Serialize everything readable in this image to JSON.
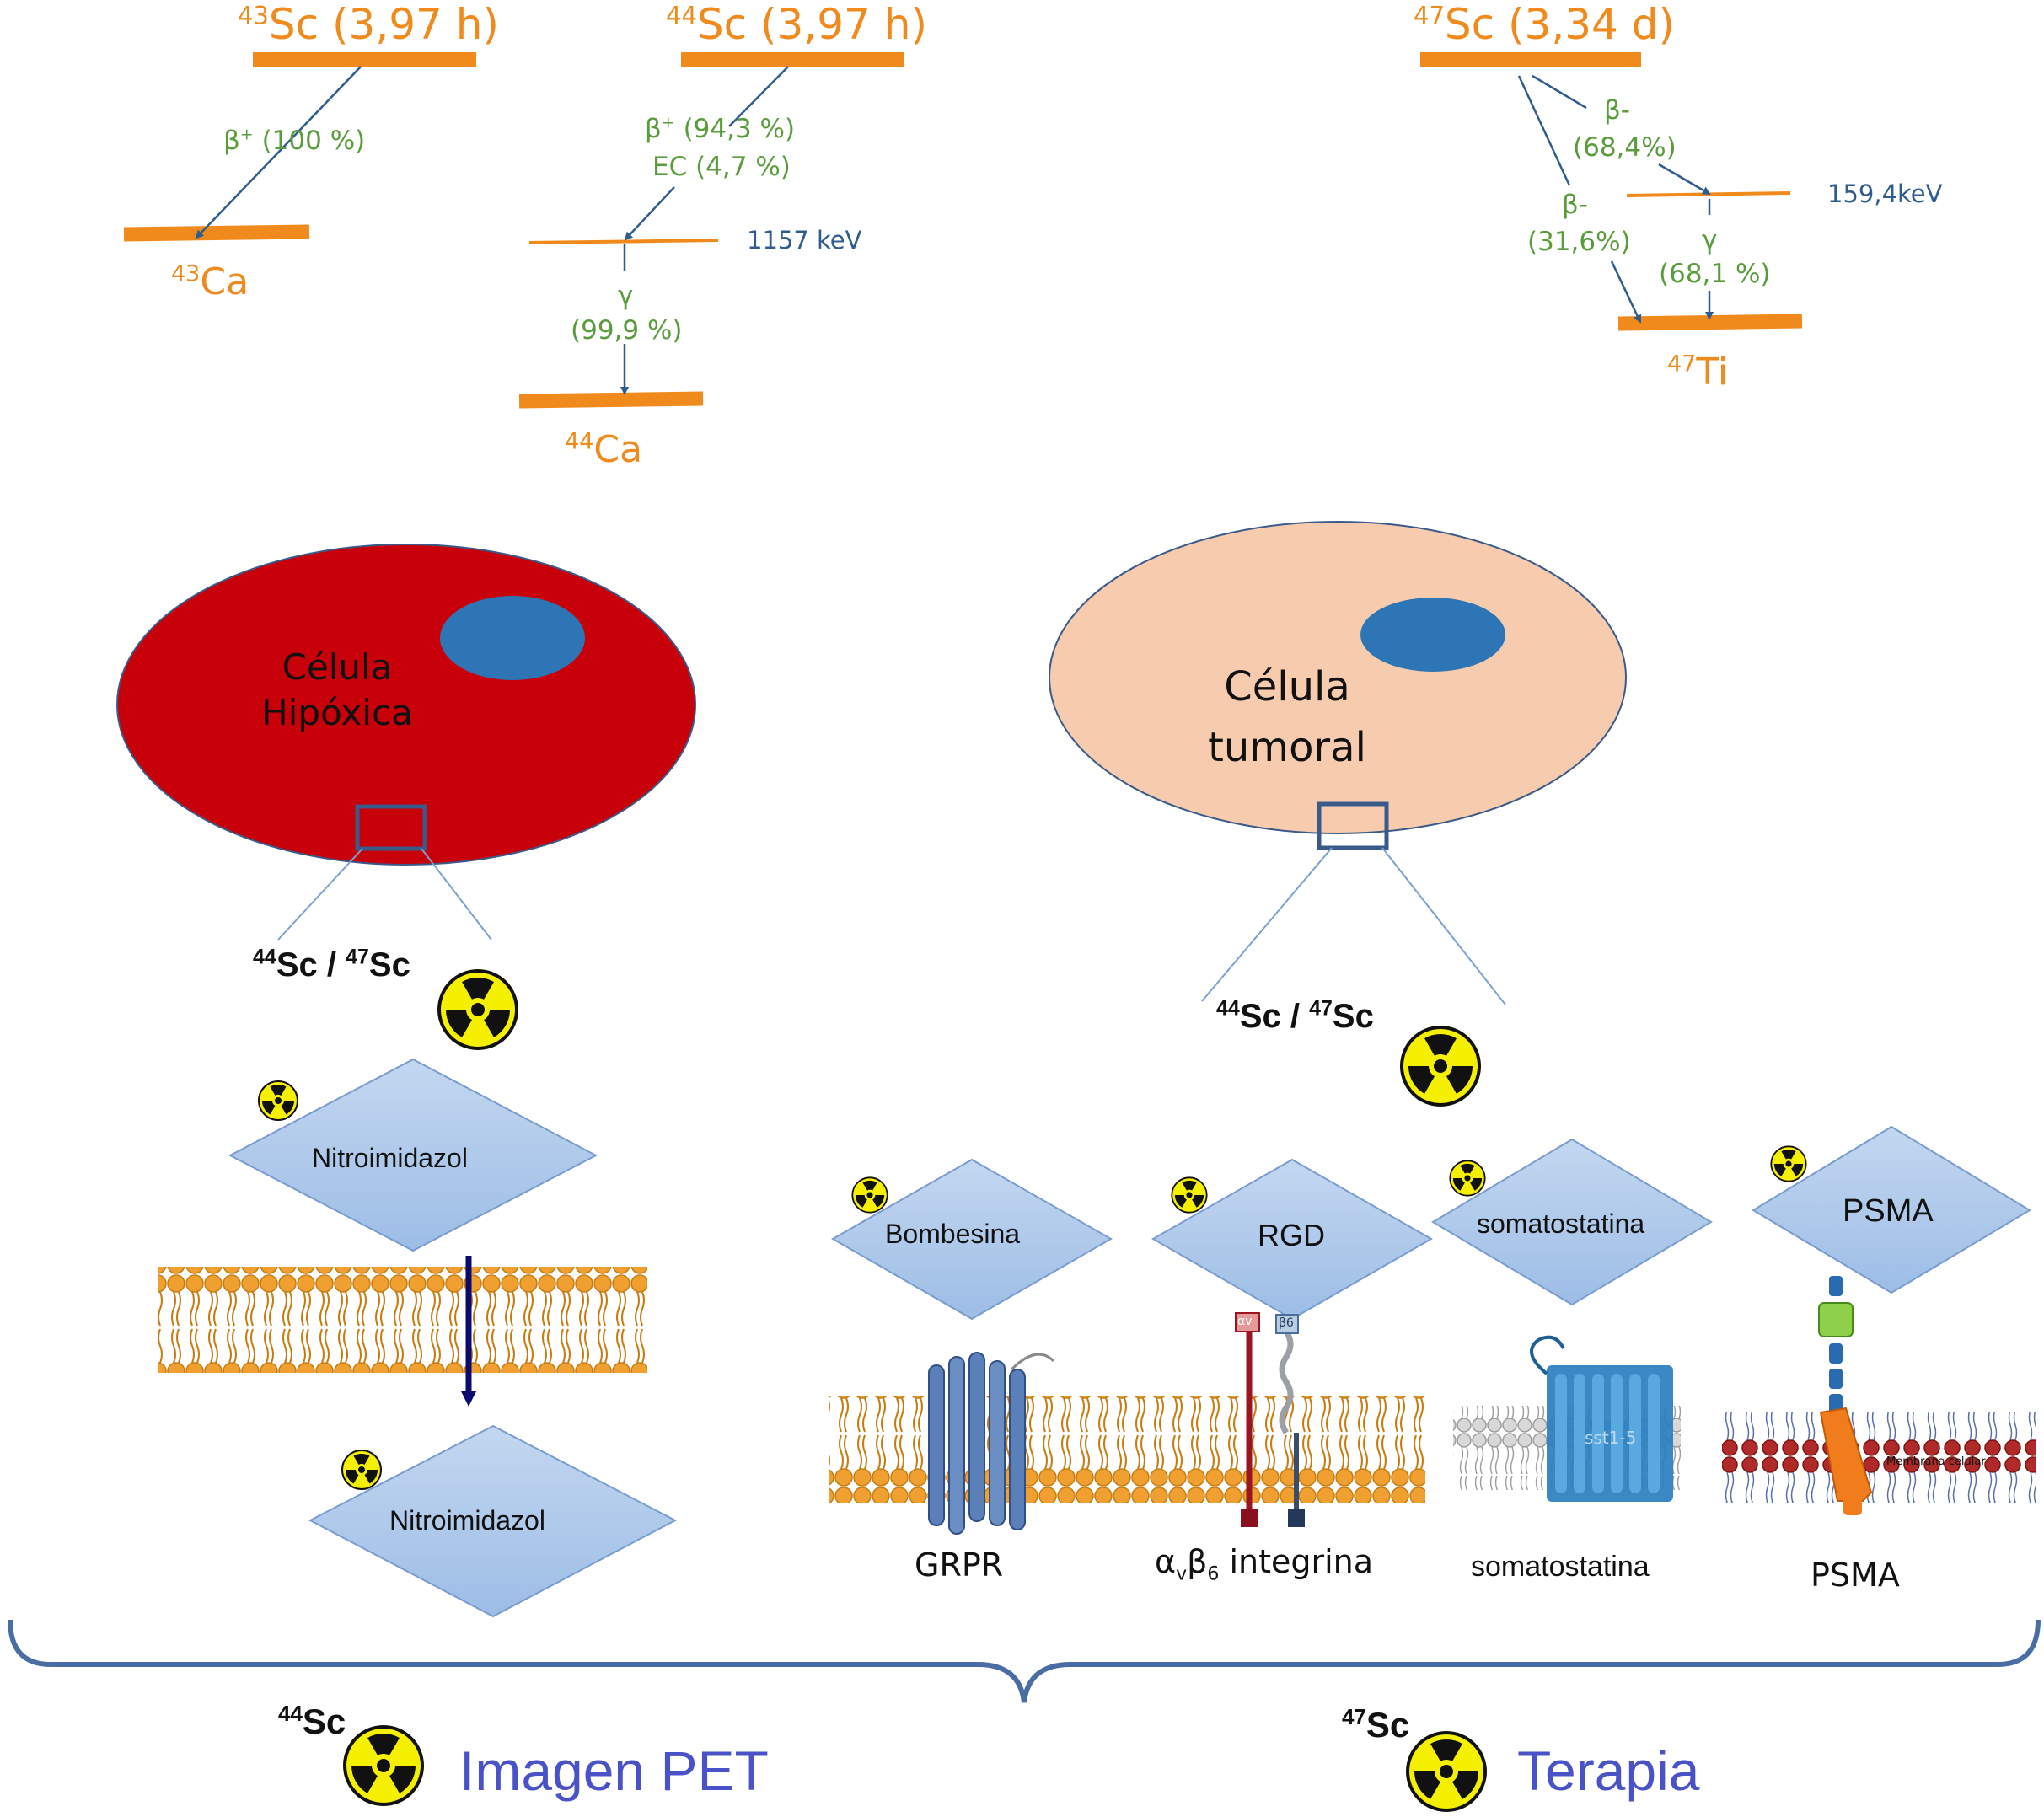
{
  "decay_schemes": {
    "sc43": {
      "parent_mass": "43",
      "parent_label": "Sc (3,97 h)",
      "beta_plus_symbol": "β",
      "beta_plus_sup": "+",
      "beta_plus_pct": " (100 %)",
      "daughter_mass": "43",
      "daughter_symbol": "Ca"
    },
    "sc44": {
      "parent_mass": "44",
      "parent_label": "Sc (3,97 h)",
      "beta_plus_symbol": "β",
      "beta_plus_sup": "+",
      "beta_plus_pct": " (94,3 %)",
      "ec_label": "EC (4,7 %)",
      "level_energy": "1157 keV",
      "gamma_symbol": "γ",
      "gamma_pct": "(99,9 %)",
      "daughter_mass": "44",
      "daughter_symbol": "Ca"
    },
    "sc47": {
      "parent_mass": "47",
      "parent_label": "Sc (3,34 d)",
      "beta1_symbol": "β-",
      "beta1_pct": "(68,4%)",
      "beta2_symbol": "β-",
      "beta2_pct": "(31,6%)",
      "level_energy": "159,4keV",
      "gamma_symbol": "γ",
      "gamma_pct": "(68,1 %)",
      "daughter_mass": "47",
      "daughter_symbol": "Ti"
    }
  },
  "cells": {
    "hypoxic": {
      "line1": "Célula",
      "line2": "Hipóxica",
      "color": "#c8000a",
      "nucleus_color": "#2e75b6"
    },
    "tumoral": {
      "line1": "Célula",
      "line2": "tumoral",
      "color": "#f7cbad",
      "nucleus_color": "#2e75b6"
    }
  },
  "isotope_pair": {
    "mass1": "44",
    "sym1": "Sc / ",
    "mass2": "47",
    "sym2": "Sc"
  },
  "left_panel": {
    "drug_top": "Nitroimidazol",
    "drug_bottom": "Nitroimidazol"
  },
  "right_panel": {
    "ligands": [
      "Bombesina",
      "RGD",
      "somatostatina",
      "PSMA"
    ],
    "receptors": {
      "grpr": "GRPR",
      "integrin_alpha": "α",
      "integrin_alpha_sub": "v",
      "integrin_beta": "β",
      "integrin_beta_sub": "6",
      "integrin_word": " integrina",
      "somatostatin": "somatostatina",
      "psma": "PSMA"
    },
    "inset_labels": {
      "sst": "sst1-5",
      "membrana": "Membrana celular",
      "alpha_tag": "αv",
      "beta_tag": "β6"
    }
  },
  "bottom": {
    "pet": {
      "mass": "44",
      "sym": "Sc",
      "label": "Imagen PET"
    },
    "therapy": {
      "mass": "47",
      "sym": "Sc",
      "label": "Terapia"
    },
    "label_color": "#4a52c8"
  },
  "colors": {
    "level_bar": "#f08a1c",
    "diamond_fill": "#a9c6ea",
    "diamond_stroke": "#7a9ccc",
    "membrane_head": "#f0a030",
    "brace": "#4a6da4",
    "radiation_yellow": "#f5f000"
  },
  "icons": [
    "radiation-icon",
    "lipid-bilayer-icon",
    "receptor-icon",
    "arrow-icon"
  ]
}
